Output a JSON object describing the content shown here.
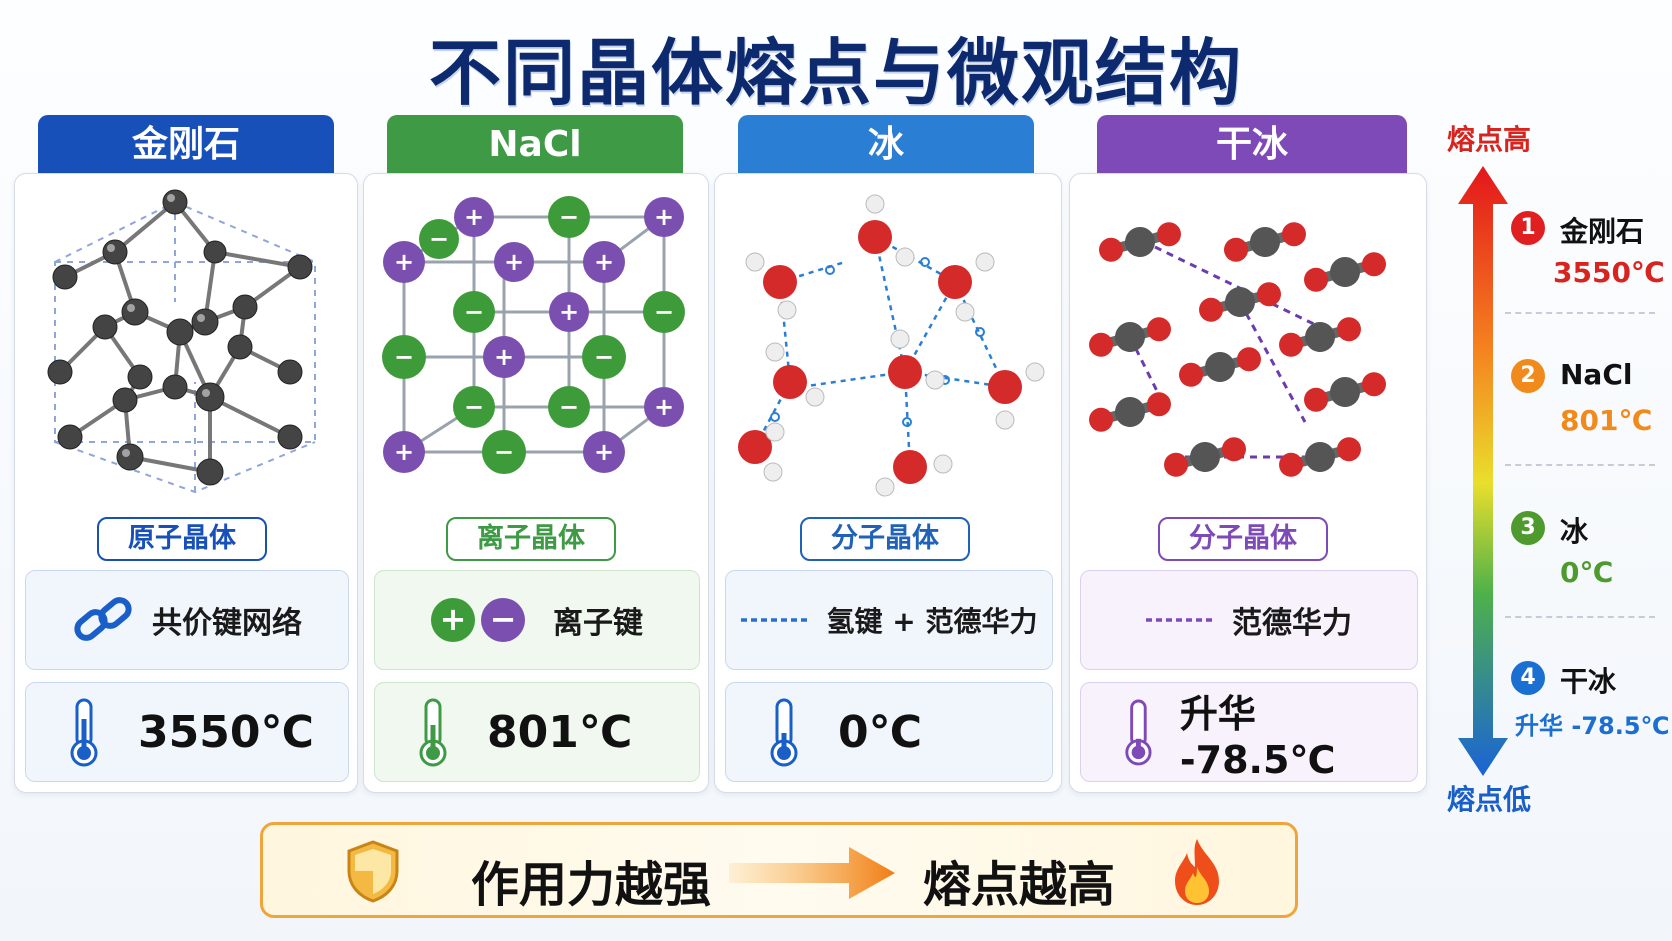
{
  "title": "不同晶体熔点与微观结构",
  "columns": [
    {
      "header": "金刚石",
      "color": "#1650b8",
      "crystal_type": "原子晶体",
      "bond": "共价键网络",
      "icon": "chain-link-icon",
      "melting_point": "3550℃"
    },
    {
      "header": "NaCl",
      "color": "#3f9a45",
      "crystal_type": "离子晶体",
      "bond": "离子键",
      "icon": "plus-minus-ions-icon",
      "melting_point": "801℃",
      "ion_plus": "+",
      "ion_minus": "−"
    },
    {
      "header": "冰",
      "color": "#2a7fd4",
      "crystal_type": "分子晶体",
      "bond": "氢键 + 范德华力",
      "icon": "dashed-line-icon",
      "melting_point": "0℃"
    },
    {
      "header": "干冰",
      "color": "#7e4ab8",
      "crystal_type": "分子晶体",
      "bond": "范德华力",
      "icon": "dashed-line-icon",
      "melting_point": "升华 -78.5℃"
    }
  ],
  "scale": {
    "top_label": "熔点高",
    "bottom_label": "熔点低",
    "items": [
      {
        "num": "1",
        "name": "金刚石",
        "temp": "3550℃",
        "color": "#e02020"
      },
      {
        "num": "2",
        "name": "NaCl",
        "temp": "801℃",
        "color": "#f08a1c"
      },
      {
        "num": "3",
        "name": "冰",
        "temp": "0℃",
        "color": "#4e9a2e"
      },
      {
        "num": "4",
        "name": "干冰",
        "temp": "升华 -78.5℃",
        "color": "#1a6fd0"
      }
    ]
  },
  "summary": {
    "left": "作用力越强",
    "right": "熔点越高"
  }
}
